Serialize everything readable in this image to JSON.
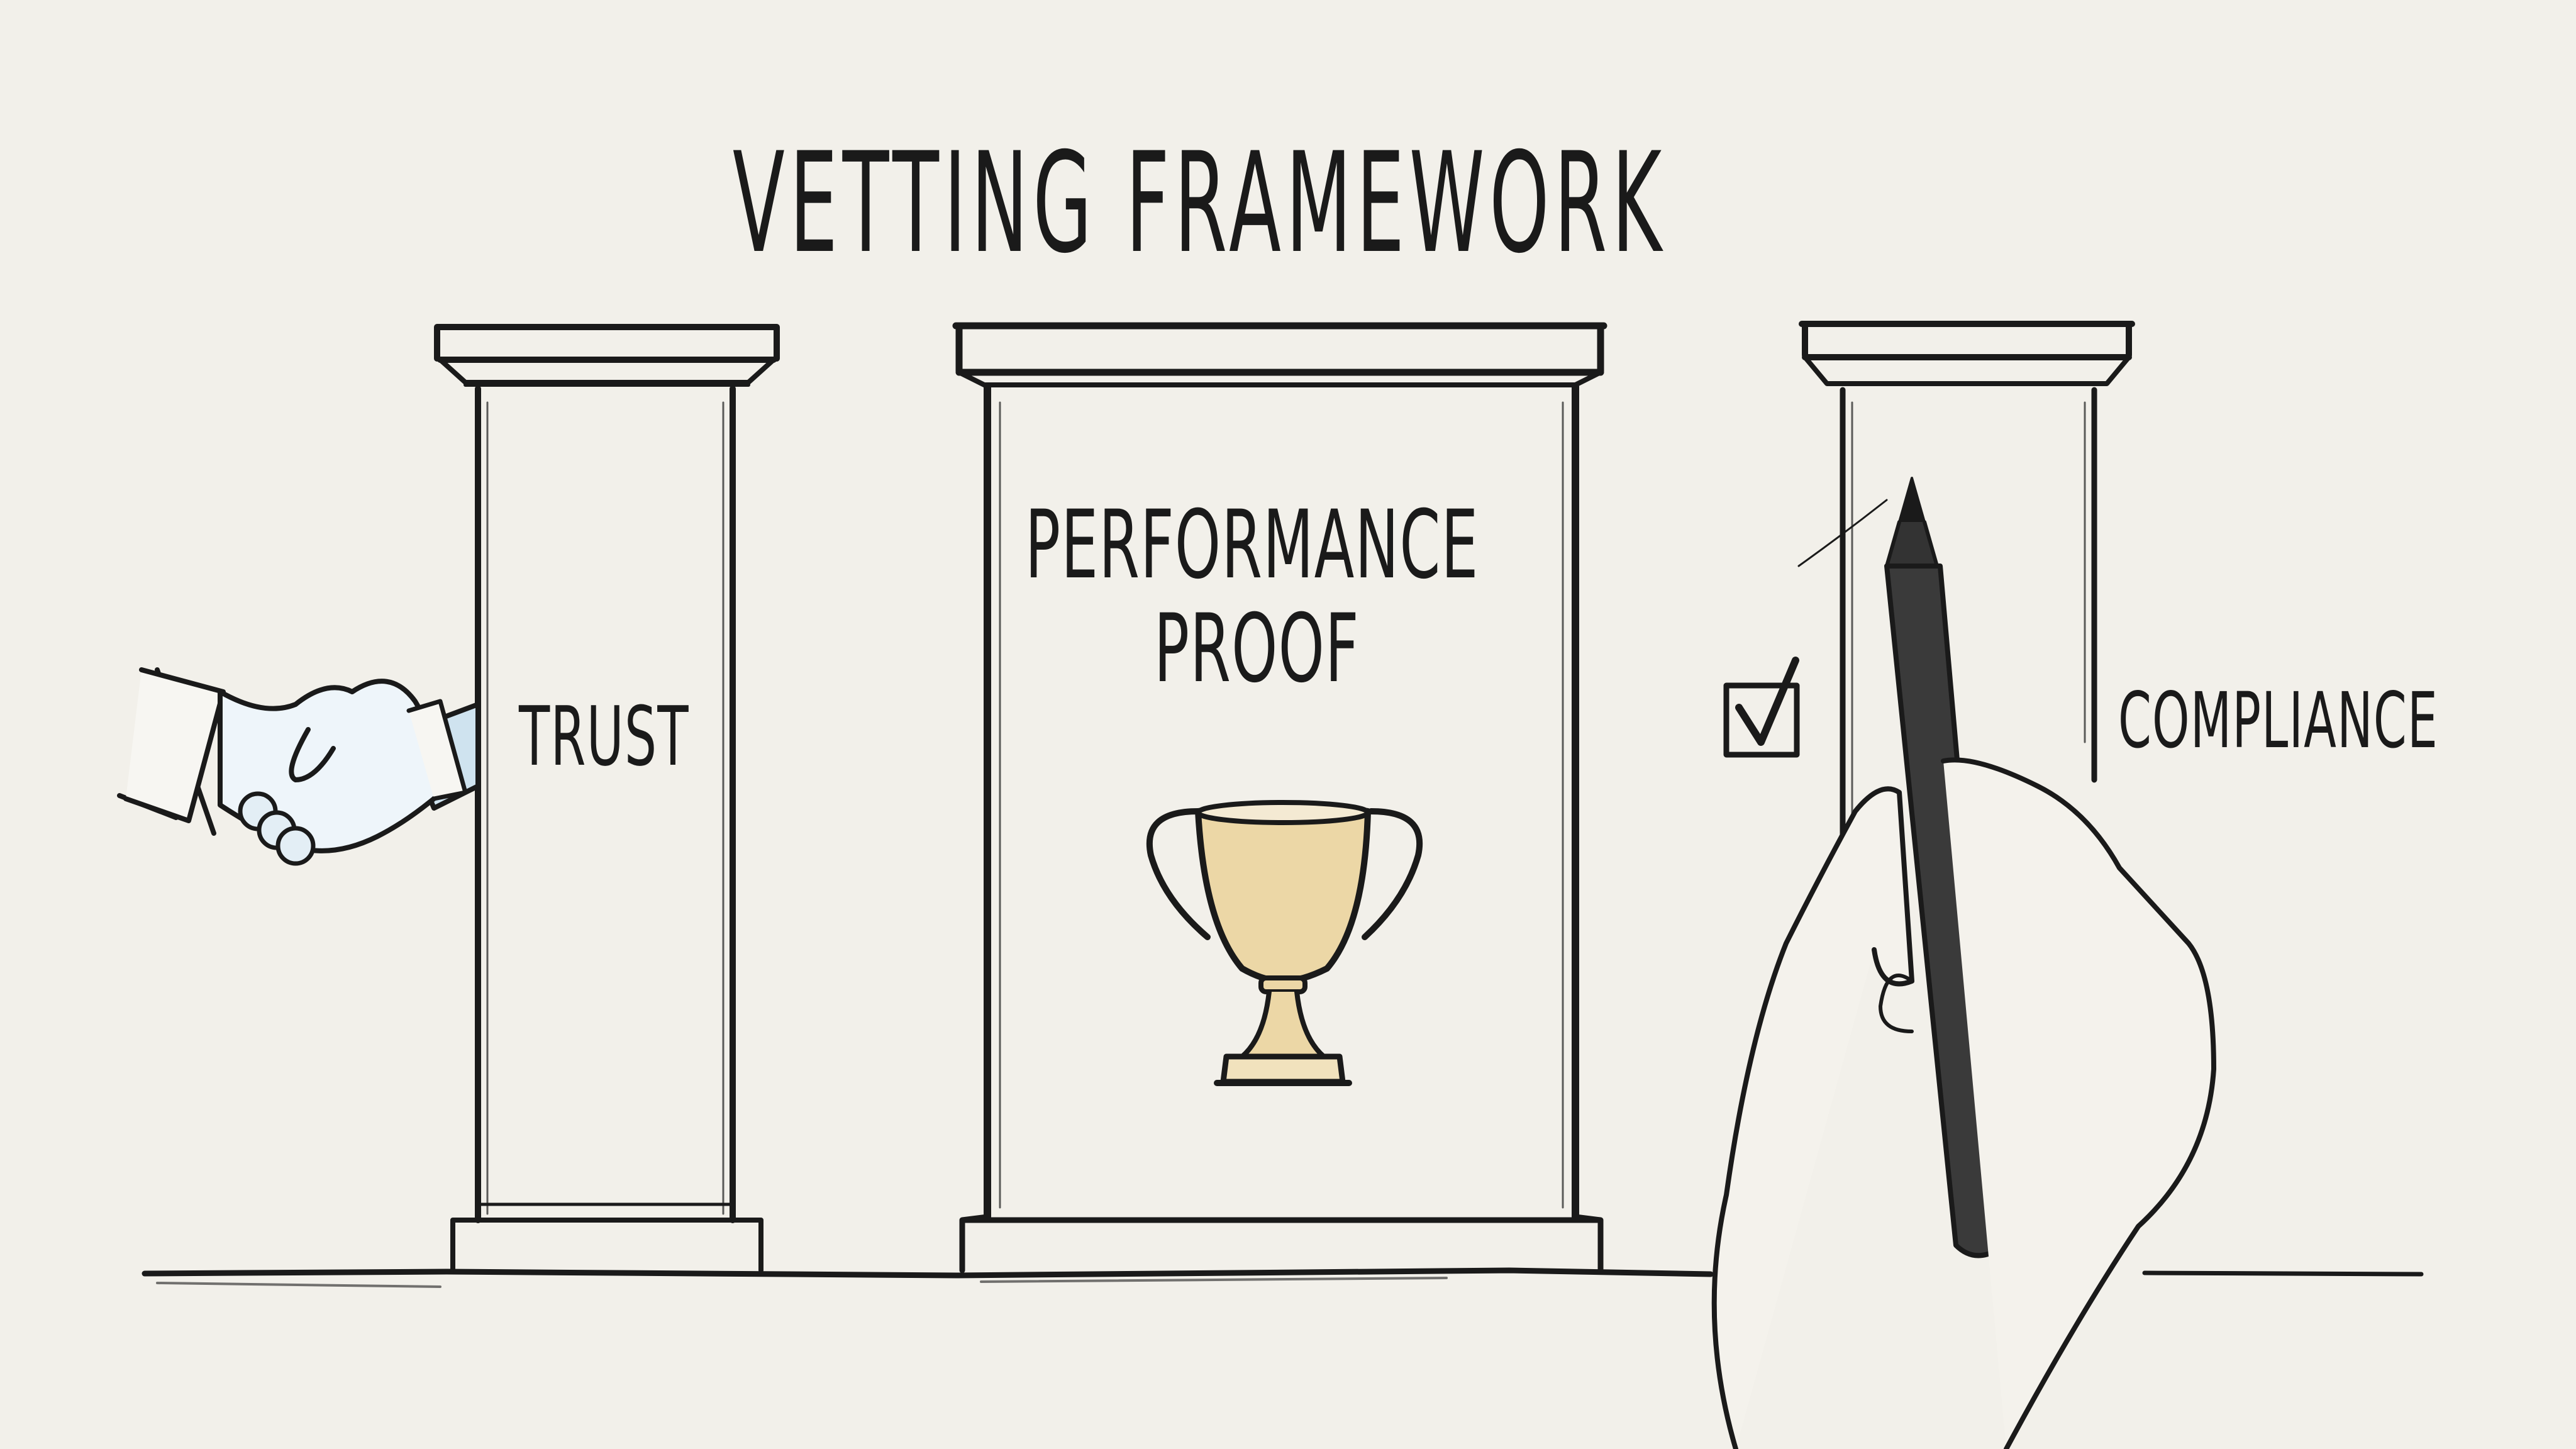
{
  "title": "VETTING FRAMEWORK",
  "pillars": [
    {
      "id": "trust",
      "label": "TRUST",
      "icon": "handshake-icon"
    },
    {
      "id": "performance",
      "label_line1": "PERFORMANCE",
      "label_line2": "PROOF",
      "icon": "trophy-icon"
    },
    {
      "id": "compliance",
      "label": "COMPLIANCE",
      "icon": "checkbox-checked-icon"
    }
  ],
  "decorations": [
    "hand-holding-pen"
  ],
  "colors": {
    "background": "#f2f0ea",
    "ink": "#1a1a1a",
    "handshake_blue": "#cfe3ef",
    "trophy_gold": "#e2bd74"
  }
}
